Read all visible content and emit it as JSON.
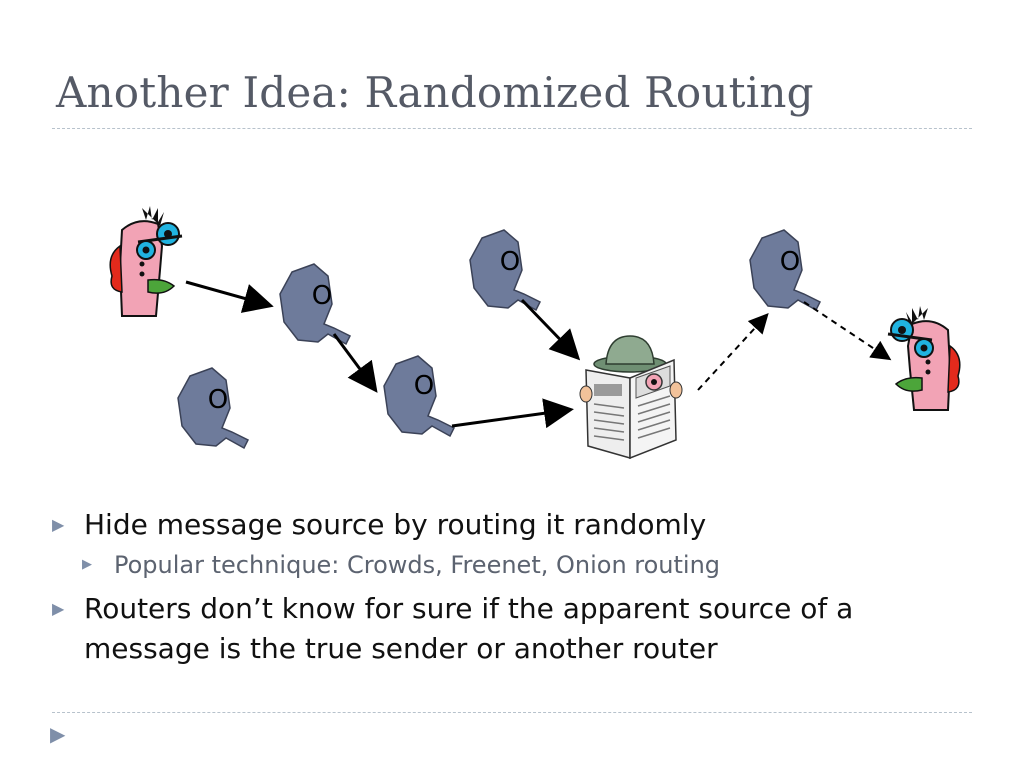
{
  "slide": {
    "title": "Another Idea: Randomized Routing"
  },
  "diagram": {
    "nodes": [
      {
        "name": "router-node-1",
        "label": "O"
      },
      {
        "name": "router-node-2",
        "label": "O"
      },
      {
        "name": "router-node-3",
        "label": "O"
      },
      {
        "name": "router-node-4",
        "label": "O"
      },
      {
        "name": "router-node-5",
        "label": "O"
      }
    ],
    "sender_icon": "sender-face-icon",
    "receiver_icon": "receiver-face-icon",
    "observer_icon": "newspaper-spy-icon",
    "node_color": "#6e7b9b"
  },
  "bullets": [
    {
      "text": "Hide message source by routing it randomly",
      "sub": [
        "Popular technique: Crowds, Freenet, Onion routing"
      ]
    },
    {
      "text": "Routers don’t know for sure if the apparent source of a message is the true sender or another router"
    }
  ]
}
